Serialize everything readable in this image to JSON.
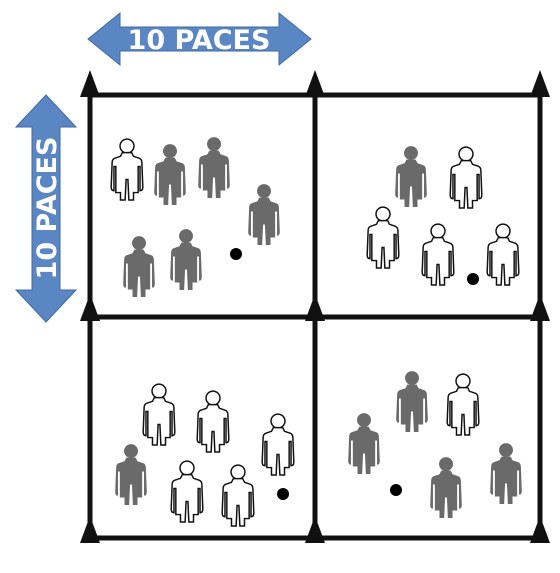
{
  "labels": {
    "horizontal": "10 PACES",
    "vertical": "10 PACES"
  },
  "colors": {
    "arrow_fill": "#5a86c4",
    "arrow_edge": "#3f6aa6",
    "grid": "#111111",
    "player_filled": "#6a6a6a",
    "player_outline": "#111111",
    "ball": "#000000",
    "background": "#ffffff"
  },
  "grid": {
    "rows": 2,
    "cols": 2
  },
  "squares": [
    {
      "name": "square-top-left",
      "outlined_players": 1,
      "filled_players": 5,
      "has_ball": true
    },
    {
      "name": "square-top-right",
      "outlined_players": 4,
      "filled_players": 1,
      "has_ball": true
    },
    {
      "name": "square-bottom-left",
      "outlined_players": 5,
      "filled_players": 1,
      "has_ball": true
    },
    {
      "name": "square-bottom-right",
      "outlined_players": 1,
      "filled_players": 4,
      "has_ball": true
    }
  ]
}
